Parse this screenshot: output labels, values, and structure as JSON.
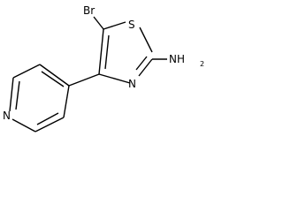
{
  "molecule": {
    "atoms": {
      "bromine": "Br",
      "sulfur": "S",
      "thiazole_nitrogen": "N",
      "amine_group": "NH",
      "amine_subscript": "2",
      "pyridine_nitrogen": "N"
    },
    "colors": {
      "bond": "#000000",
      "label": "#000000",
      "background": "#ffffff"
    }
  }
}
